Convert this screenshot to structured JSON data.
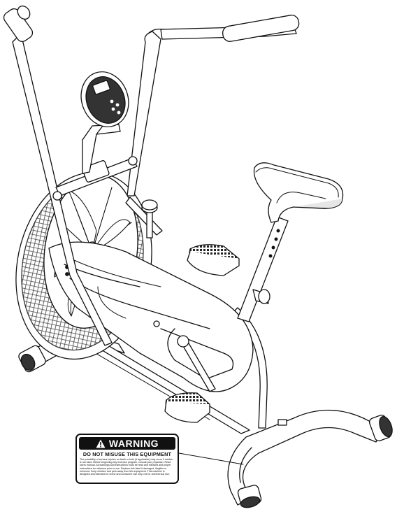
{
  "warning_label": {
    "title": "WARNING",
    "subtitle": "DO NOT MISUSE THIS EQUIPMENT",
    "body": "The possibility of serious injuries or death or both (if applicable) may occur if caution is not used. Before beginning any exercise program, consult your physician. Read users manual. All warnings and instructions must be read and followed and proper instructions be obtained prior to use. Replace this label if damaged, illegible or removed. Keep children and pets away from this equipment. This machine is designed and intended for home and consumer use only, not for commercial use."
  },
  "colors": {
    "line": "#111111",
    "light_gray": "#e6e6e6",
    "mid_gray": "#bdbdbd",
    "dark_gray": "#4a4a4a",
    "background": "#ffffff"
  },
  "icons": [
    "warning-triangle-icon"
  ]
}
